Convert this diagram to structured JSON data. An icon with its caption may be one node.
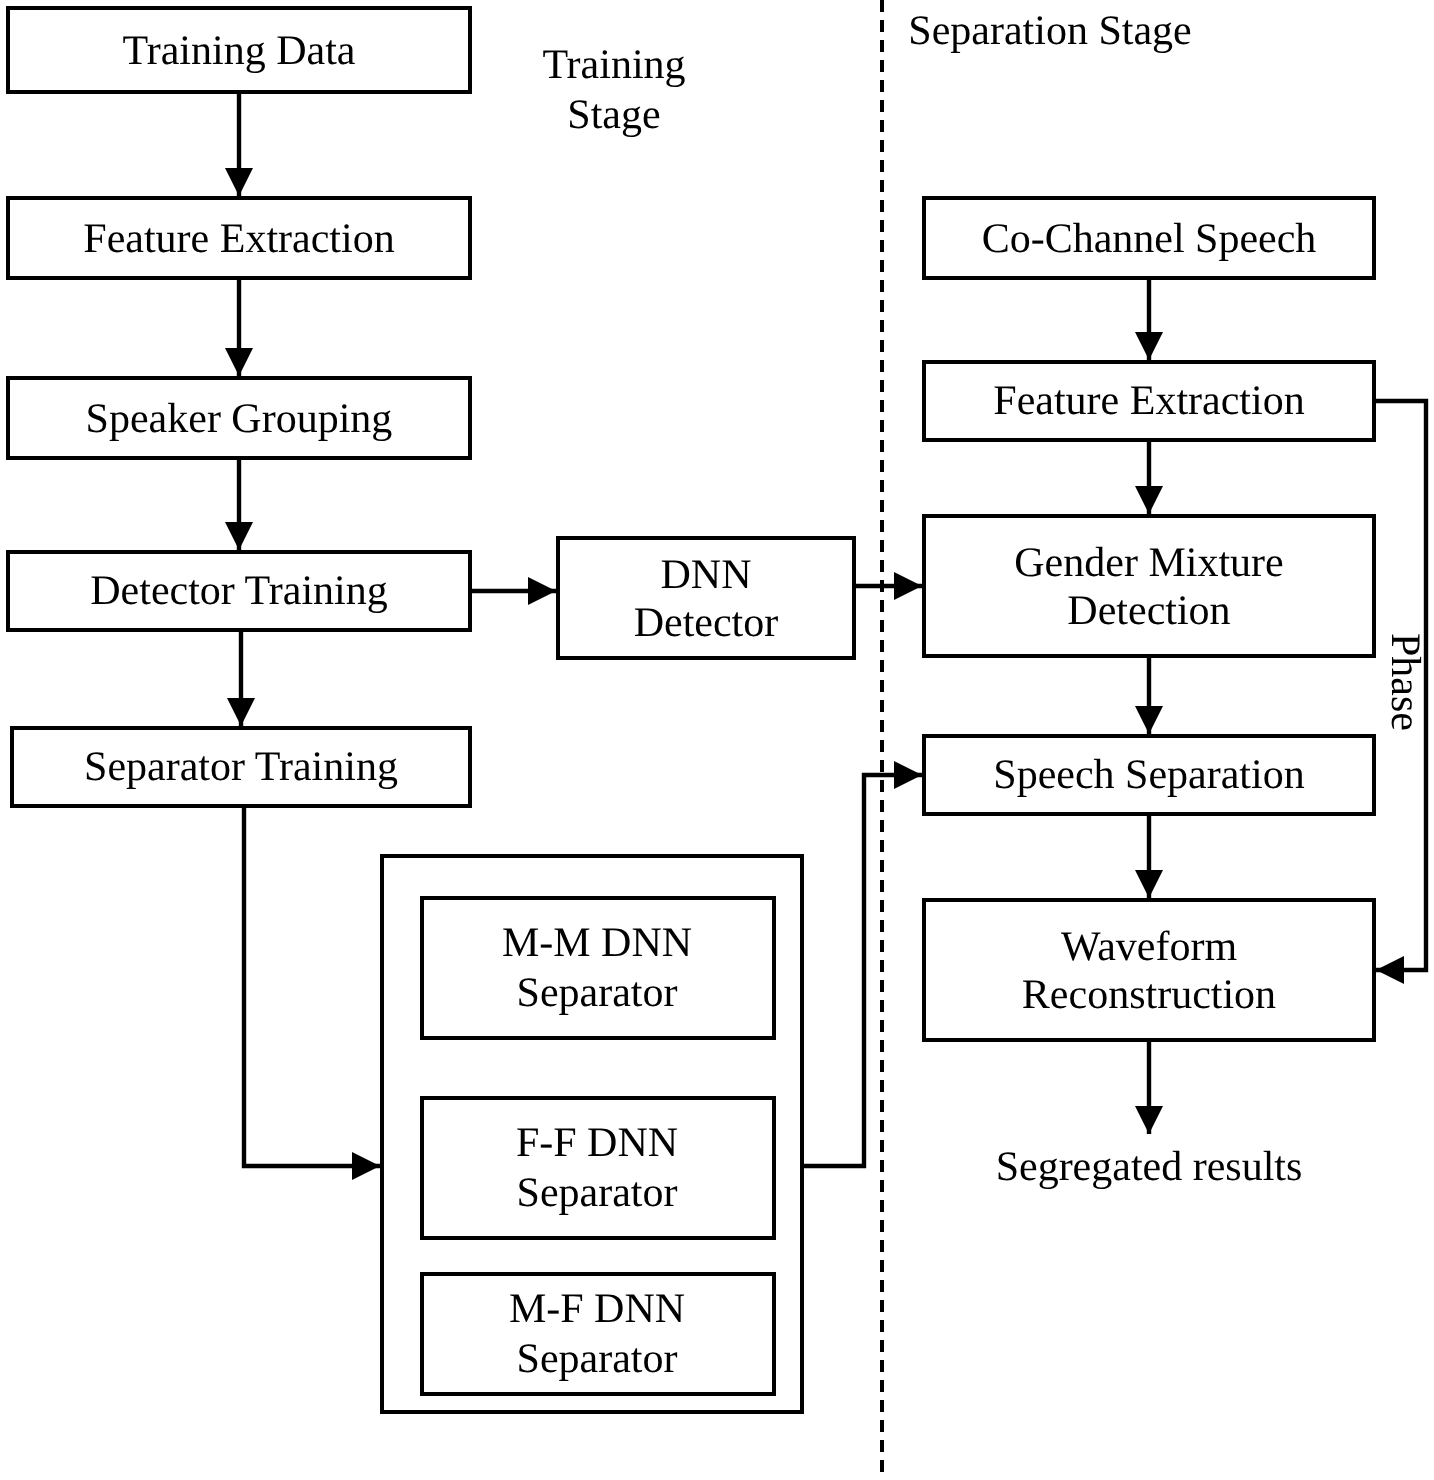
{
  "diagram": {
    "nodes": [
      {
        "text": [
          "Training Data"
        ]
      },
      {
        "text": [
          "Feature Extraction"
        ]
      },
      {
        "text": [
          "Speaker Grouping"
        ]
      },
      {
        "text": [
          "Detector Training"
        ]
      },
      {
        "text": [
          "Separator Training"
        ]
      },
      {
        "text": [
          "DNN Detector"
        ]
      },
      {
        "text": [],
        "shape": "box"
      },
      {
        "text": [
          "M-M DNN Separator"
        ],
        "in": 6
      },
      {
        "text": [
          "F-F DNN Separator"
        ],
        "in": 6
      },
      {
        "text": [
          "M-F DNN Separator"
        ],
        "in": 6
      },
      {
        "text": [
          "Co-Channel Speech"
        ]
      },
      {
        "text": [
          "Feature Extraction"
        ]
      },
      {
        "text": [
          "Gender Mixture Detection"
        ]
      },
      {
        "text": [
          "Speech Separation"
        ]
      },
      {
        "text": [
          "Waveform Reconstruction"
        ]
      },
      {
        "text": [
          "Segregated results"
        ]
      }
    ],
    "edges": [
      {
        "from": 0,
        "to": 1,
        "arrow": "to"
      },
      {
        "from": 1,
        "to": 2,
        "arrow": "to"
      },
      {
        "from": 2,
        "to": 3,
        "arrow": "to"
      },
      {
        "from": 3,
        "to": 4,
        "arrow": "to"
      },
      {
        "from": 3,
        "to": 5,
        "arrow": "to"
      },
      {
        "from": 5,
        "to": 12,
        "arrow": "to"
      },
      {
        "from": 4,
        "to": 6,
        "arrow": "to"
      },
      {
        "from": 6,
        "to": 13,
        "arrow": "to"
      },
      {
        "from": 10,
        "to": 11,
        "arrow": "to"
      },
      {
        "from": 11,
        "to": 12,
        "arrow": "to"
      },
      {
        "from": 12,
        "to": 13,
        "arrow": "to"
      },
      {
        "from": 13,
        "to": 14,
        "arrow": "to"
      },
      {
        "from": 14,
        "to": 15,
        "arrow": "to"
      },
      {
        "from": 11,
        "to": 14,
        "arrow": "to",
        "label": "Phase"
      }
    ],
    "labels": [
      "Training Stage",
      "Separation Stage"
    ]
  }
}
